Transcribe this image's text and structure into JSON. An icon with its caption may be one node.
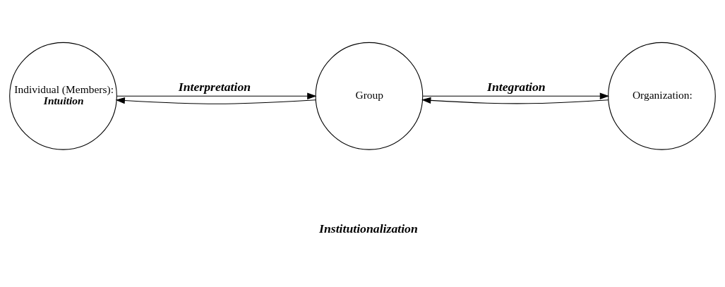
{
  "diagram": {
    "nodes": [
      {
        "text": [
          "Individual (Members):",
          "Intuition"
        ]
      },
      {
        "text": [
          "Group"
        ]
      },
      {
        "text": [
          "Organization:"
        ]
      }
    ],
    "edges": [
      {
        "from": 0,
        "to": 1,
        "arrow": "to",
        "label": "Interpretation"
      },
      {
        "from": 1,
        "to": 2,
        "arrow": "to",
        "label": "Integration"
      },
      {
        "from": 2,
        "to": 1,
        "arrow": "to"
      },
      {
        "from": 1,
        "to": 0,
        "arrow": "to"
      }
    ],
    "labels": [
      "Institutionalization"
    ]
  }
}
